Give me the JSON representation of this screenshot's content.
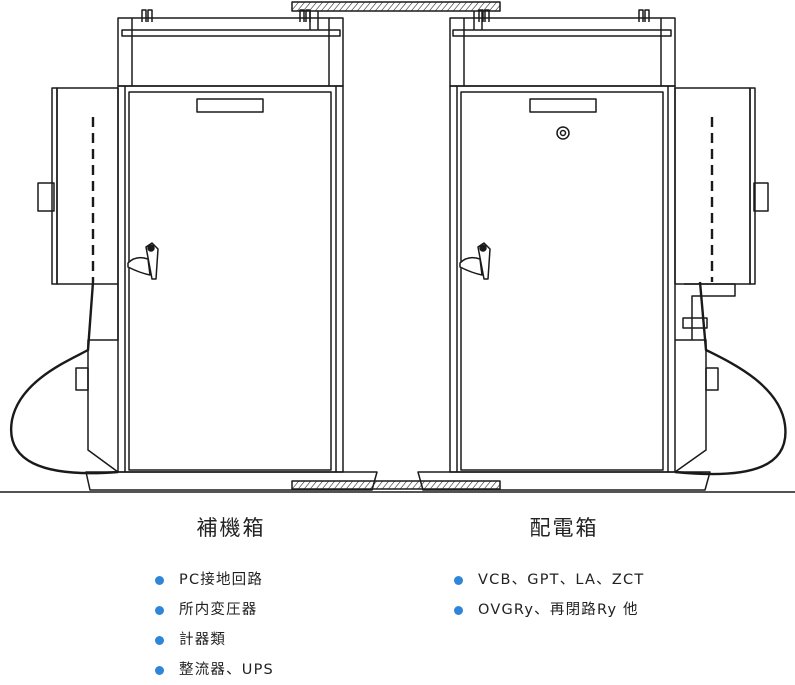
{
  "auxiliary": {
    "title": "補機箱",
    "items": [
      "PC接地回路",
      "所内変圧器",
      "計器類",
      "整流器、UPS"
    ]
  },
  "distribution": {
    "title": "配電箱",
    "items": [
      "VCB、GPT、LA、ZCT",
      "OVGRy、再閉路Ry 他"
    ]
  },
  "colors": {
    "line": "#1a1a1a",
    "bullet": "#2f86d8",
    "hatch": "#333333"
  }
}
